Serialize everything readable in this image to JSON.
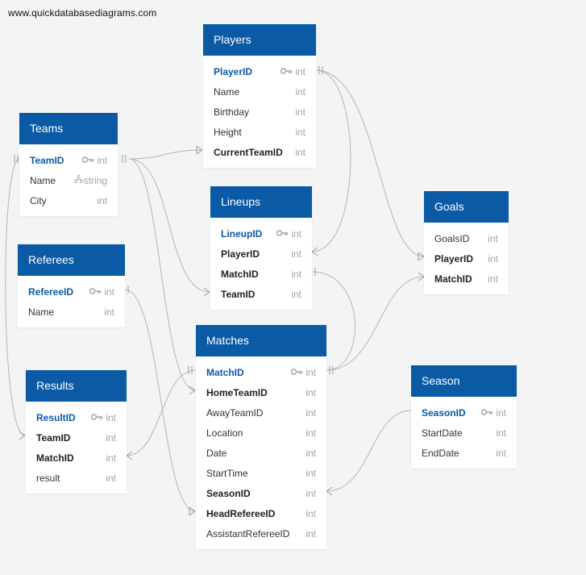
{
  "site": "www.quickdatabasediagrams.com",
  "colors": {
    "header": "#0b5aa6",
    "pk_text": "#0b5aa6",
    "link": "#b5b5b5"
  },
  "tables": {
    "players": {
      "name": "Players",
      "fields": [
        {
          "name": "PlayerID",
          "type": "int",
          "pk": true
        },
        {
          "name": "Name",
          "type": "int"
        },
        {
          "name": "Birthday",
          "type": "int"
        },
        {
          "name": "Height",
          "type": "int"
        },
        {
          "name": "CurrentTeamID",
          "type": "int",
          "bold": true
        }
      ]
    },
    "teams": {
      "name": "Teams",
      "fields": [
        {
          "name": "TeamID",
          "type": "int",
          "pk": true
        },
        {
          "name": "Name",
          "type": "string",
          "icon": "index-icon"
        },
        {
          "name": "City",
          "type": "int"
        }
      ]
    },
    "lineups": {
      "name": "Lineups",
      "fields": [
        {
          "name": "LineupID",
          "type": "int",
          "pk": true
        },
        {
          "name": "PlayerID",
          "type": "int",
          "bold": true
        },
        {
          "name": "MatchID",
          "type": "int",
          "bold": true
        },
        {
          "name": "TeamID",
          "type": "int",
          "bold": true
        }
      ]
    },
    "goals": {
      "name": "Goals",
      "fields": [
        {
          "name": "GoalsID",
          "type": "int"
        },
        {
          "name": "PlayerID",
          "type": "int",
          "bold": true
        },
        {
          "name": "MatchID",
          "type": "int",
          "bold": true
        }
      ]
    },
    "referees": {
      "name": "Referees",
      "fields": [
        {
          "name": "RefereeID",
          "type": "int",
          "pk": true
        },
        {
          "name": "Name",
          "type": "int"
        }
      ]
    },
    "matches": {
      "name": "Matches",
      "fields": [
        {
          "name": "MatchID",
          "type": "int",
          "pk": true
        },
        {
          "name": "HomeTeamID",
          "type": "int",
          "bold": true
        },
        {
          "name": "AwayTeamID",
          "type": "int"
        },
        {
          "name": "Location",
          "type": "int"
        },
        {
          "name": "Date",
          "type": "int"
        },
        {
          "name": "StartTime",
          "type": "int"
        },
        {
          "name": "SeasonID",
          "type": "int",
          "bold": true
        },
        {
          "name": "HeadRefereeID",
          "type": "int",
          "bold": true
        },
        {
          "name": "AssistantRefereeID",
          "type": "int"
        }
      ]
    },
    "results": {
      "name": "Results",
      "fields": [
        {
          "name": "ResultID",
          "type": "int",
          "pk": true
        },
        {
          "name": "TeamID",
          "type": "int",
          "bold": true
        },
        {
          "name": "MatchID",
          "type": "int",
          "bold": true
        },
        {
          "name": "result",
          "type": "int"
        }
      ]
    },
    "season": {
      "name": "Season",
      "fields": [
        {
          "name": "SeasonID",
          "type": "int",
          "pk": true
        },
        {
          "name": "StartDate",
          "type": "int"
        },
        {
          "name": "EndDate",
          "type": "int"
        }
      ]
    }
  }
}
